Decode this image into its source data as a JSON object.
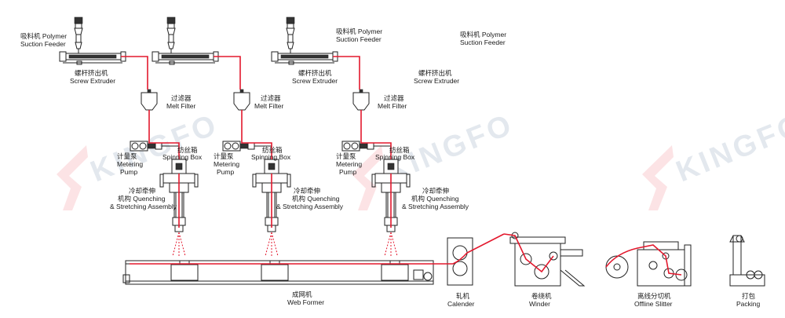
{
  "watermark": {
    "text": "KINGFO"
  },
  "colors": {
    "melt_line": "#e3182d",
    "watermark": "#1f4e79",
    "machine": "#222222"
  },
  "lines": [
    {
      "suction_feeder_zh": "吸料机 Polymer",
      "suction_feeder_en": "Suction Feeder",
      "extruder_zh": "螺杆挤出机",
      "extruder_en": "Screw Extruder",
      "filter_zh": "过滤器",
      "filter_en": "Melt Filter",
      "spinning_zh": "纺丝箱",
      "spinning_en": "Spinning Box",
      "pump_zh": "计量泵",
      "pump_en1": "Metering",
      "pump_en2": "Pump",
      "quench_zh": "冷却牵伸",
      "quench_l2": "机构 Quenching",
      "quench_l3": "& Stretching Assembly"
    },
    {
      "suction_feeder_zh": "吸料机 Polymer",
      "suction_feeder_en": "Suction Feeder",
      "extruder_zh": "螺杆挤出机",
      "extruder_en": "Screw Extruder",
      "filter_zh": "过滤器",
      "filter_en": "Melt Filter",
      "spinning_zh": "纺丝箱",
      "spinning_en": "Spinning Box",
      "pump_zh": "计量泵",
      "pump_en1": "Metering",
      "pump_en2": "Pump",
      "quench_zh": "冷却牵伸",
      "quench_l2": "机构 Quenching",
      "quench_l3": "& Stretching Assembly"
    },
    {
      "suction_feeder_zh": "吸料机 Polymer",
      "suction_feeder_en": "Suction Feeder",
      "extruder_zh": "螺杆挤出机",
      "extruder_en": "Screw Extruder",
      "filter_zh": "过滤器",
      "filter_en": "Melt Filter",
      "spinning_zh": "纺丝箱",
      "spinning_en": "Spinning Box",
      "pump_zh": "计量泵",
      "pump_en1": "Metering",
      "pump_en2": "Pump",
      "quench_zh": "冷却牵伸",
      "quench_l2": "机构 Quenching",
      "quench_l3": "& Stretching Assembly"
    }
  ],
  "downstream": {
    "web_former_zh": "成网机",
    "web_former_en": "Web Former",
    "calender_zh": "轧机",
    "calender_en": "Calender",
    "winder_zh": "卷绕机",
    "winder_en": "Winder",
    "slitter_zh": "离线分切机",
    "slitter_en": "Offline Slitter",
    "packing_zh": "打包",
    "packing_en": "Packing"
  }
}
